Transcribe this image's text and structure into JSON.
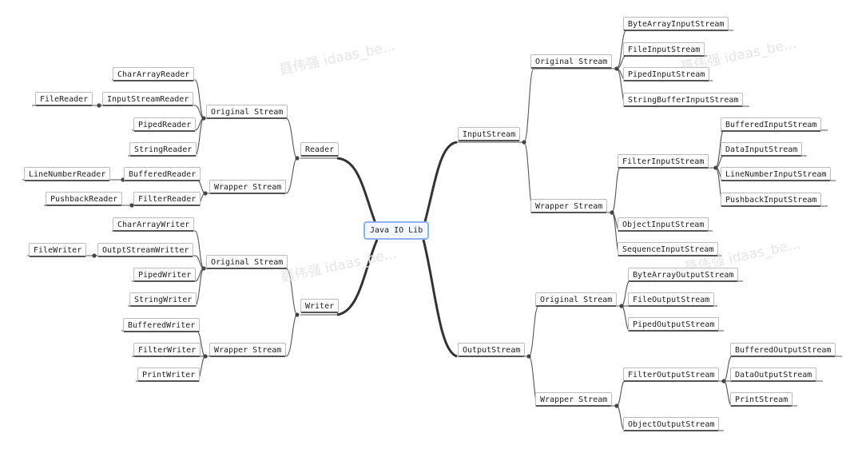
{
  "watermark": "聂伟强 idaas_be...",
  "root": {
    "label": "Java IO Lib"
  },
  "reader": {
    "label": "Reader",
    "original": {
      "label": "Original Stream",
      "items": [
        "CharArrayReader",
        "InputStreamReader",
        "PipedReader",
        "StringReader"
      ]
    },
    "file_reader": "FileReader",
    "wrapper": {
      "label": "Wrapper Stream",
      "items": [
        "BufferedReader",
        "FilterReader"
      ]
    },
    "line_number_reader": "LineNumberReader",
    "pushback_reader": "PushbackReader"
  },
  "writer": {
    "label": "Writer",
    "original": {
      "label": "Original Stream",
      "items": [
        "CharArrayWriter",
        "OutptStreamWritter",
        "PipedWriter",
        "StringWriter"
      ]
    },
    "file_writer": "FileWriter",
    "wrapper": {
      "label": "Wrapper Stream",
      "items": [
        "BufferedWriter",
        "FilterWriter",
        "PrintWriter"
      ]
    }
  },
  "input_stream": {
    "label": "InputStream",
    "original": {
      "label": "Original Stream",
      "items": [
        "ByteArrayInputStream",
        "FileInputStream",
        "PipedInputStream",
        "StringBufferInputStream"
      ]
    },
    "wrapper": {
      "label": "Wrapper Stream",
      "items": [
        "FilterInputStream",
        "ObjectInputStream",
        "SequenceInputStream"
      ]
    },
    "filter_children": [
      "BufferedInputStream",
      "DataInputStream",
      "LineNumberInputStream",
      "PushbackInputStream"
    ]
  },
  "output_stream": {
    "label": "OutputStream",
    "original": {
      "label": "Original Stream",
      "items": [
        "ByteArrayOutputStream",
        "FileOutputStream",
        "PipedOutputStream"
      ]
    },
    "wrapper": {
      "label": "Wrapper Stream",
      "items": [
        "FilterOutputStream",
        "ObjectOutputStream"
      ]
    },
    "filter_children": [
      "BufferedOutputStream",
      "DataOutputStream",
      "PrintStream"
    ]
  }
}
